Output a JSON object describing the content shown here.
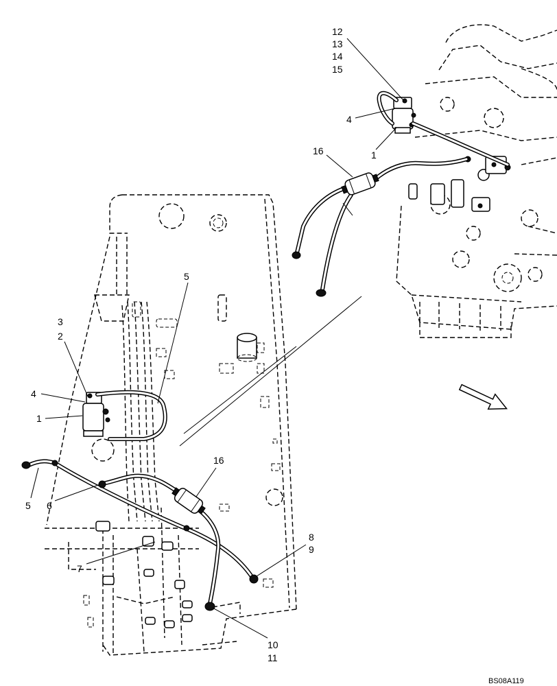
{
  "figure_code": "BS08A119",
  "engine_callouts": {
    "n12": "12",
    "n13": "13",
    "n14": "14",
    "n15": "15",
    "n4": "4",
    "n1": "1",
    "n16": "16"
  },
  "plate_callouts": {
    "n5_top": "5",
    "n3": "3",
    "n2": "2",
    "n4": "4",
    "n1": "1",
    "n5_bottom": "5",
    "n6": "6",
    "n16": "16",
    "n8": "8",
    "n9": "9",
    "n7": "7",
    "n10": "10",
    "n11": "11"
  },
  "icons": {
    "direction": "direction-arrow-icon"
  }
}
